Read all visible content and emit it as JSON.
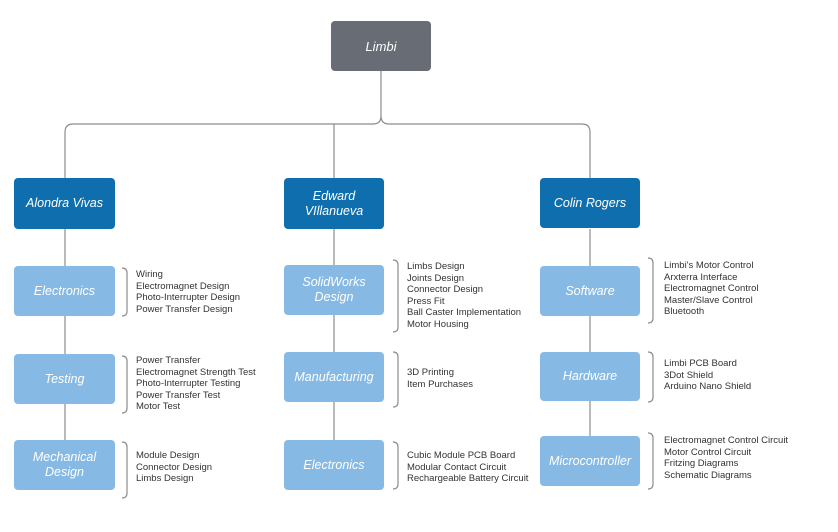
{
  "root": "Limbi",
  "members": [
    {
      "name": "Alondra Vivas",
      "areas": [
        {
          "title": "Electronics",
          "items": [
            "Wiring",
            "Electromagnet Design",
            "Photo-Interrupter Design",
            "Power Transfer Design"
          ]
        },
        {
          "title": "Testing",
          "items": [
            "Power Transfer",
            "Electromagnet Strength Test",
            "Photo-Interrupter Testing",
            "Power Transfer Test",
            "Motor Test"
          ]
        },
        {
          "title": "Mechanical Design",
          "items": [
            "Module Design",
            "Connector Design",
            "Limbs Design"
          ]
        }
      ]
    },
    {
      "name": "Edward VIllanueva",
      "areas": [
        {
          "title": "SolidWorks Design",
          "items": [
            "Limbs Design",
            "Joints Design",
            "Connector Design",
            "Press Fit",
            "Ball Caster Implementation",
            "Motor Housing"
          ]
        },
        {
          "title": "Manufacturing",
          "items": [
            "3D Printing",
            "Item Purchases"
          ]
        },
        {
          "title": "Electronics",
          "items": [
            "Cubic Module PCB Board",
            "Modular Contact Circuit",
            "Rechargeable Battery Circuit"
          ]
        }
      ]
    },
    {
      "name": "Colin Rogers",
      "areas": [
        {
          "title": "Software",
          "items": [
            "Limbi's Motor Control",
            "Arxterra Interface",
            "Electromagnet Control",
            "Master/Slave Control",
            "Bluetooth"
          ]
        },
        {
          "title": "Hardware",
          "items": [
            "Limbi PCB Board",
            "3Dot Shield",
            "Arduino Nano Shield"
          ]
        },
        {
          "title": "Microcontroller",
          "items": [
            "Electromagnet Control Circuit",
            "Motor Control Circuit",
            "Fritzing Diagrams",
            "Schematic Diagrams"
          ]
        }
      ]
    }
  ]
}
